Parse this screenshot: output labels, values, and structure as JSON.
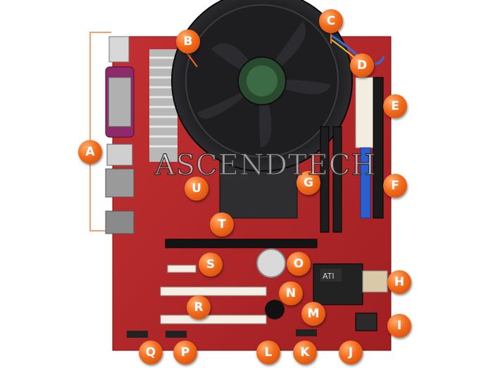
{
  "image": {
    "subject": "motherboard",
    "colors": {
      "pcb": "#b8282a",
      "marker": "#f26a1b",
      "heatsink": "#1c1c1e",
      "bracket": "#f3a06a"
    }
  },
  "watermark": "ASCENDTECH",
  "callouts": [
    "A",
    "B",
    "C",
    "D",
    "E",
    "F",
    "G",
    "H",
    "I",
    "J",
    "K",
    "L",
    "M",
    "N",
    "O",
    "P",
    "Q",
    "R",
    "S",
    "T",
    "U"
  ],
  "chip_labels": {
    "ati": "ATI"
  }
}
